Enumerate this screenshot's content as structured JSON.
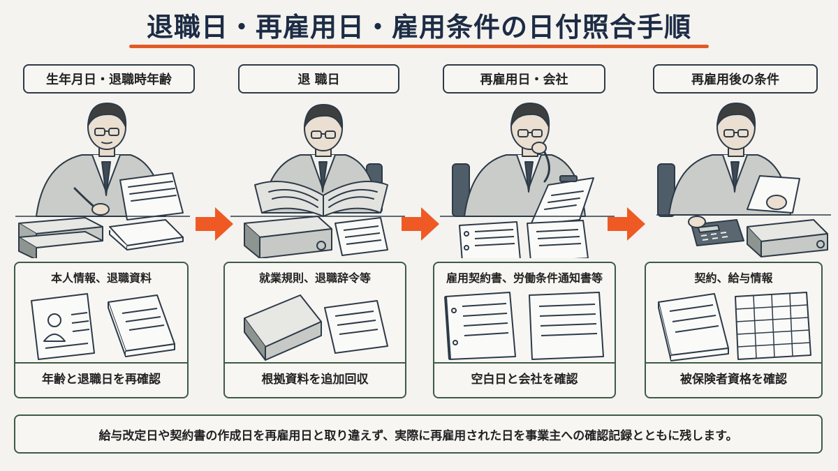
{
  "title": "退職日・再雇用日・雇用条件の日付照合手順",
  "steps": [
    {
      "label": "生年月日・退職時年齢",
      "info_head": "本人情報、退職資料",
      "info_foot": "年齢と退職日を再確認",
      "scene_icons": [
        "man-writing-icon",
        "binder-stack-icon",
        "paper-stack-icon"
      ],
      "info_icons": [
        "id-document-icon",
        "paper-stack-icon"
      ]
    },
    {
      "label": "退 職日",
      "info_head": "就業規則、退職辞令等",
      "info_foot": "根拠資料を追加回収",
      "scene_icons": [
        "man-reading-book-icon",
        "binder-icon",
        "document-icon"
      ],
      "info_icons": [
        "binder-icon",
        "document-icon"
      ]
    },
    {
      "label": "再雇用日・会社",
      "info_head": "雇用契約書、労働条件通知書等",
      "info_foot": "空白日と会社を確認",
      "scene_icons": [
        "man-thinking-clipboard-icon",
        "contract-document-icon",
        "document-icon"
      ],
      "info_icons": [
        "contract-binder-icon",
        "document-icon"
      ]
    },
    {
      "label": "再雇用後の条件",
      "info_head": "契約、給与情報",
      "info_foot": "被保険者資格を確認",
      "scene_icons": [
        "man-calculator-icon",
        "calculator-icon",
        "binder-icon"
      ],
      "info_icons": [
        "document-stack-icon",
        "spreadsheet-icon"
      ]
    }
  ],
  "note": "給与改定日や契約書の作成日を再雇用日と取り違えず、実際に再雇用された日を事業主への確認記録とともに残します。",
  "colors": {
    "title": "#1d2c45",
    "accent": "#e25a26",
    "border": "#3d5a45"
  }
}
